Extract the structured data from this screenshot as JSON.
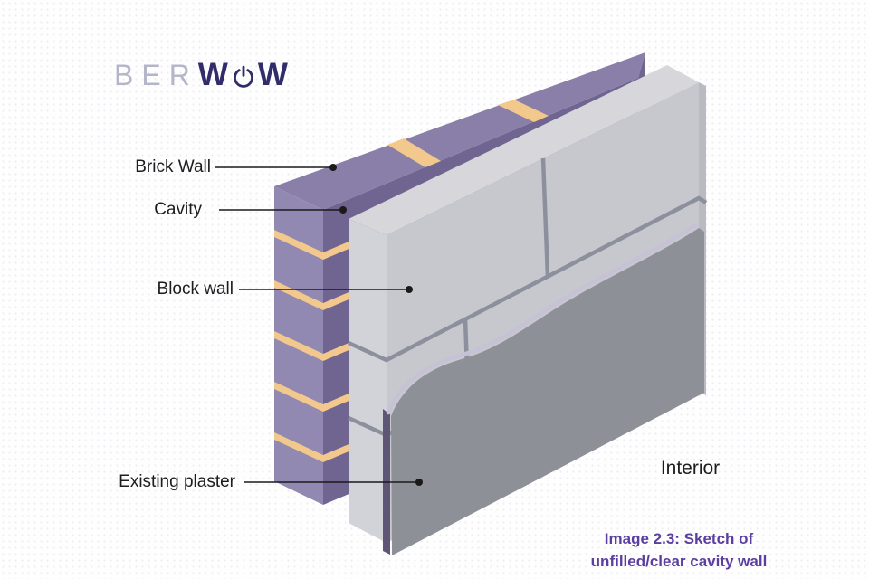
{
  "logo": {
    "prefix": "BER",
    "wow_w1": "W",
    "wow_w2": "W",
    "power_icon": "power-button"
  },
  "callouts": [
    {
      "id": "brick-wall",
      "label": "Brick Wall"
    },
    {
      "id": "cavity",
      "label": "Cavity"
    },
    {
      "id": "block-wall",
      "label": "Block wall"
    },
    {
      "id": "existing-plaster",
      "label": "Existing plaster"
    }
  ],
  "interior_label": "Interior",
  "caption": {
    "line1": "Image 2.3: Sketch of",
    "line2": "unfilled/clear cavity wall"
  },
  "colors": {
    "brick_top": "#8a7fa9",
    "brick_end": "#9189b2",
    "brick_dark": "#6f6590",
    "mortar": "#f2c88c",
    "block_top": "#d6d6db",
    "block_end": "#d2d3d8",
    "block_face": "#c7c8ce",
    "block_side": "#b9bac2",
    "joint": "#8b909c",
    "plaster_face": "#8d9097",
    "plaster_edge_light": "#c7c1d6",
    "plaster_edge_dark": "#5f5574",
    "text": "#1d1d1f",
    "caption": "#5b3fa0",
    "logo_light": "#b5b5c9",
    "logo_dark": "#312d6b",
    "leader": "#1a1a1a"
  }
}
